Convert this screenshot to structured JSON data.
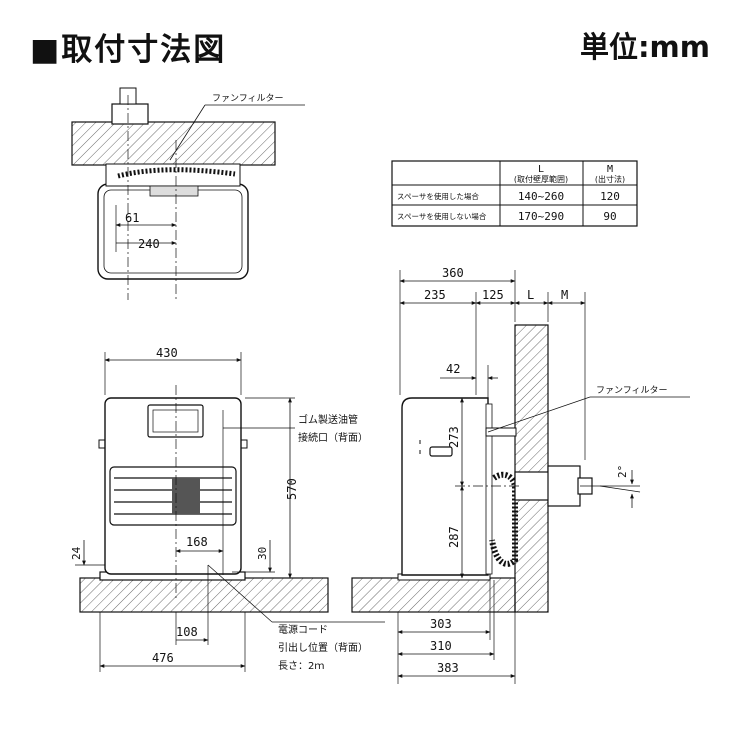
{
  "header": {
    "title": "■取付寸法図",
    "unit": "単位:mm"
  },
  "table": {
    "col_l_head": "L",
    "col_l_sub": "(取付壁厚範囲)",
    "col_m_head": "M",
    "col_m_sub": "(出寸法)",
    "rows": [
      {
        "label": "スペーサを使用した場合",
        "l": "140~260",
        "m": "120"
      },
      {
        "label": "スペーサを使用しない場合",
        "l": "170~290",
        "m": "90"
      }
    ]
  },
  "top_view": {
    "filter_label": "ファンフィルター",
    "dim_61": "61",
    "dim_240": "240"
  },
  "front_view": {
    "width_430": "430",
    "height_570": "570",
    "dim_168": "168",
    "dim_30": "30",
    "dim_24": "24",
    "dim_108": "108",
    "dim_476": "476",
    "oil_pipe_1": "ゴム製送油管",
    "oil_pipe_2": "接続口（背面）",
    "cord_1": "電源コード",
    "cord_2": "引出し位置（背面）",
    "cord_3": "長さ：2ｍ"
  },
  "side_view": {
    "dim_360": "360",
    "dim_235": "235",
    "dim_125": "125",
    "dim_L": "L",
    "dim_M": "M",
    "dim_42": "42",
    "dim_273": "273",
    "dim_287": "287",
    "angle": "2°",
    "dim_303": "303",
    "dim_310": "310",
    "dim_383": "383",
    "filter_label": "ファンフィルター"
  }
}
